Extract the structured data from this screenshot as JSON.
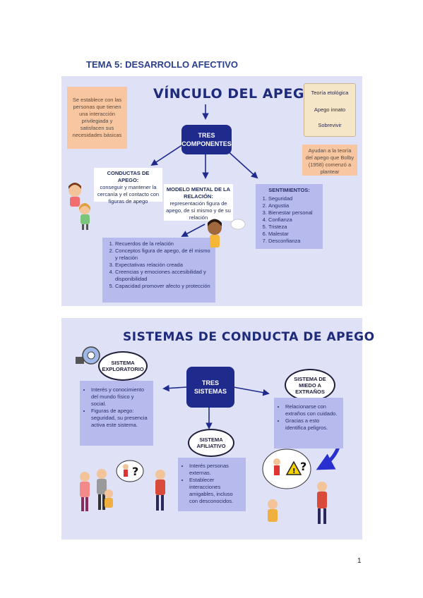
{
  "page_title": "TEMA 5: DESARROLLO AFECTIVO",
  "page_number": "1",
  "panel1": {
    "title": "VÍNCULO DEL APEGO",
    "center": [
      "TRES",
      "COMPONENTES"
    ],
    "note_left": "Se establece con las personas que tienen una interacción privilegiada y satisfacen sus necesidades básicas",
    "scroll": {
      "line1": "Teoría etológica",
      "line2": "Apego innato",
      "line3": "Sobrevivir"
    },
    "note_right": "Ayudan a la teoría del apego que Bolby (1958) comenzó a plantear",
    "conductas": {
      "heading": "CONDUCTAS DE APEGO:",
      "text": "conseguir y mantener la cercanía y el contacto con figuras de apego"
    },
    "modelo": {
      "heading": "MODELO MENTAL DE LA RELACIÓN:",
      "text": "representación figura de apego, de sí mismo y de su relación"
    },
    "sentimientos": {
      "heading": "SENTIMIENTOS:",
      "items": [
        "Seguridad",
        "Angustia",
        "Bienestar personal",
        "Confianza",
        "Tristeza",
        "Malestar",
        "Desconfianza"
      ]
    },
    "recuerdos": {
      "items": [
        "Recuerdos de la relación",
        "Conceptos figura de apego, de él mismo y relación",
        "Expectativas relación creada",
        "Creencias y emociones accesibilidad y disponibilidad",
        "Capacidad promover afecto y protección"
      ]
    }
  },
  "panel2": {
    "title": "SISTEMAS DE CONDUCTA DE APEGO",
    "center": [
      "TRES",
      "SISTEMAS"
    ],
    "exploratorio": {
      "label": [
        "SISTEMA",
        "EXPLORATORIO"
      ],
      "items": [
        "Interés y conocimiento del mundo físico y social.",
        "Figuras de apego: seguridad, su presencia activa este sistema."
      ]
    },
    "afiliativo": {
      "label": [
        "SISTEMA",
        "AFILIATIVO"
      ],
      "items": [
        "Interés personas externas.",
        "Establecer interacciones amigables, incluso con desconocidos."
      ]
    },
    "miedo": {
      "label": [
        "SISTEMA DE",
        "MIEDO A",
        "EXTRAÑOS"
      ],
      "items": [
        "Relacionarse con extraños con cuidado.",
        "Gracias a esto identifica peligros."
      ]
    }
  },
  "colors": {
    "panel": "#dfe1f6",
    "navy": "#1f2b8c",
    "lilac": "#b7baed",
    "peach": "#f8c7a2",
    "title": "#2b3f8f"
  }
}
